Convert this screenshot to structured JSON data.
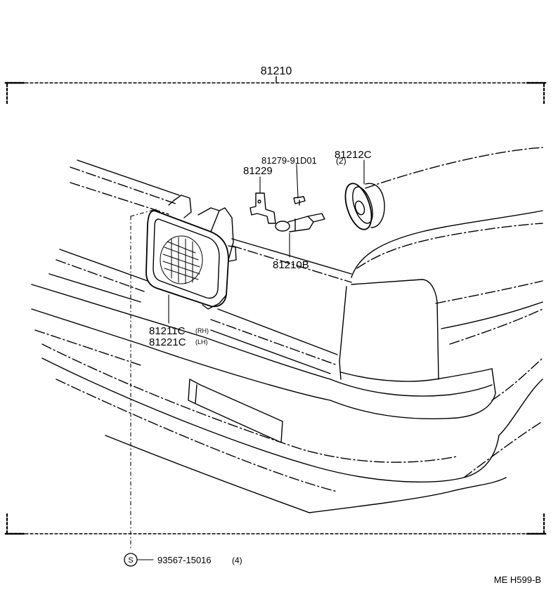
{
  "labels": {
    "assembly": "81210",
    "clip": "81279-91D01",
    "clip_qty": "(2)",
    "socket": "81212C",
    "bracket": "81229",
    "bulb": "81210B",
    "unit_rh": "81211C",
    "unit_rh_side": "(RH)",
    "unit_lh": "81221C",
    "unit_lh_side": "(LH)",
    "screw_symbol": "S",
    "screw": "93567-15016",
    "screw_qty": "(4)",
    "drawing_code": "ME H599-B"
  },
  "colors": {
    "ink": "#000000",
    "paper": "#ffffff"
  }
}
